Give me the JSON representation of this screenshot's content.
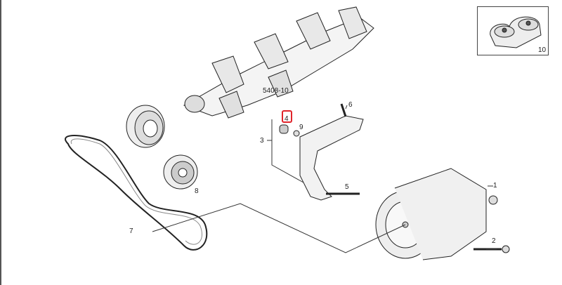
{
  "diagram": {
    "callouts": {
      "crankshaft": "5408-10",
      "c1": "1",
      "c2": "2",
      "c3": "3",
      "c4": "4",
      "c5": "5",
      "c6": "6",
      "c7": "7",
      "c8": "8",
      "c9": "9",
      "c10": "10"
    },
    "highlight_color": "#e0242b"
  }
}
